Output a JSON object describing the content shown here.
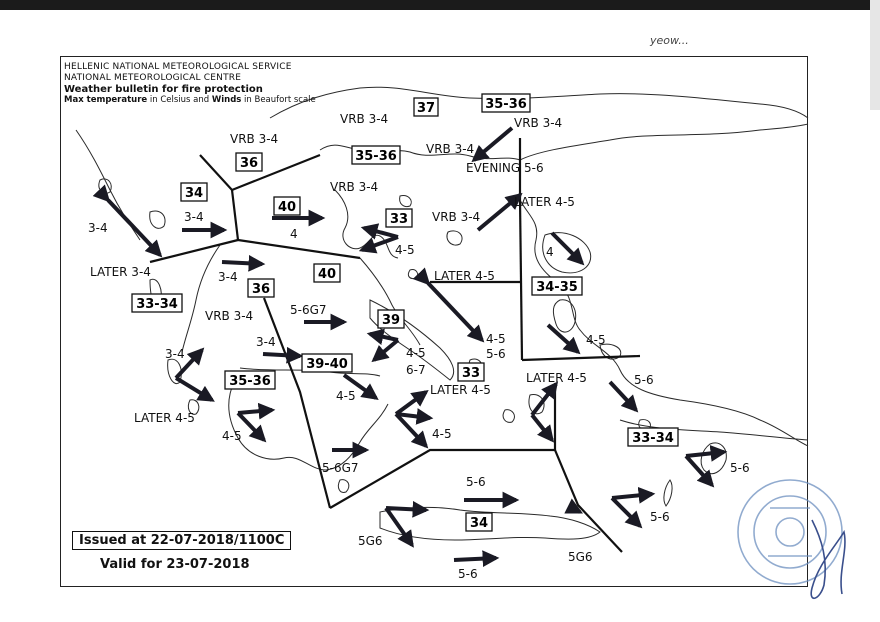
{
  "header": {
    "line1": "HELLENIC NATIONAL METEOROLOGICAL SERVICE",
    "line2": "NATIONAL METEOROLOGICAL CENTRE",
    "title": "Weather bulletin for fire protection",
    "subtitle_part1": "Max temperature",
    "subtitle_part2": " in Celsius and ",
    "subtitle_part3": "Winds",
    "subtitle_part4": " in Beaufort scale"
  },
  "issued": "Issued at 22-07-2018/1100C",
  "valid": "Valid for 23-07-2018",
  "handwritten_note": "yeow...",
  "temperatures": [
    "37",
    "35-36",
    "36",
    "35-36",
    "34",
    "40",
    "33",
    "40",
    "36",
    "33-34",
    "39",
    "34-35",
    "39-40",
    "35-36",
    "33",
    "33-34",
    "34"
  ],
  "wind_labels": [
    "VRB 3-4",
    "VRB 3-4",
    "VRB 3-4",
    "VRB 3-4",
    "EVENING 5-6",
    "VRB 3-4",
    "VRB 3-4",
    "LATER 4-5",
    "3-4",
    "3-4",
    "4",
    "LATER 3-4",
    "3-4",
    "4-5",
    "4",
    "LATER 4-5",
    "5-6G7",
    "VRB 3-4",
    "4-5",
    "5-6",
    "3-4",
    "4-5",
    "6-7",
    "4-5",
    "3-4",
    "LATER 4-5",
    "LATER 4-5",
    "5-6",
    "4-5",
    "LATER 4-5",
    "4-5",
    "4-5",
    "5-6G7",
    "5-6",
    "5-6",
    "5G6",
    "5G6",
    "5-6",
    "5-6"
  ],
  "colors": {
    "ink": "#111111",
    "arrow": "#1a1a24",
    "coast": "#2a2a2a",
    "stamp": "#6d8fbf"
  }
}
